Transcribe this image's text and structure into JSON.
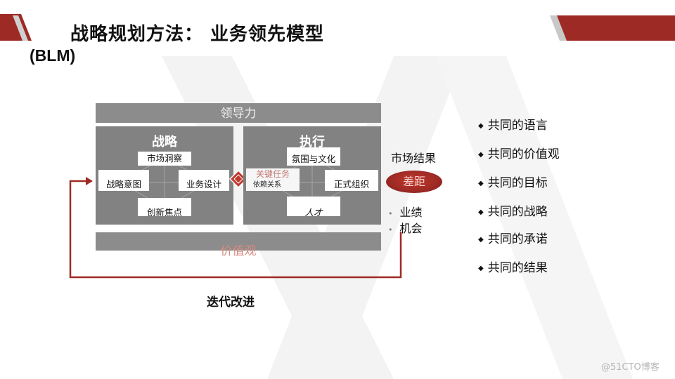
{
  "title": "战略规划方法： 业务领先模型",
  "subtitle": "(BLM)",
  "leadership": "领导力",
  "values": "价值观",
  "strategy": {
    "title": "战略",
    "market_insight": "市场洞察",
    "strategic_intent": "战略意图",
    "business_design": "业务设计",
    "innovation_focus": "创新焦点"
  },
  "execution": {
    "title": "执行",
    "climate_culture": "氛围与文化",
    "key_tasks": "关键任务",
    "dependencies": "依赖关系",
    "formal_org": "正式组织",
    "talent": "人才"
  },
  "market_results": "市场结果",
  "gap": "差距",
  "results": [
    "业绩",
    "机会"
  ],
  "iteration": "迭代改进",
  "common_list": [
    "共同的语言",
    "共同的价值观",
    "共同的目标",
    "共同的战略",
    "共同的承诺",
    "共同的结果"
  ],
  "watermark": "@51CTO博客",
  "colors": {
    "accent": "#9e2a25",
    "panel": "#828282",
    "bar": "#8c8c8c"
  }
}
